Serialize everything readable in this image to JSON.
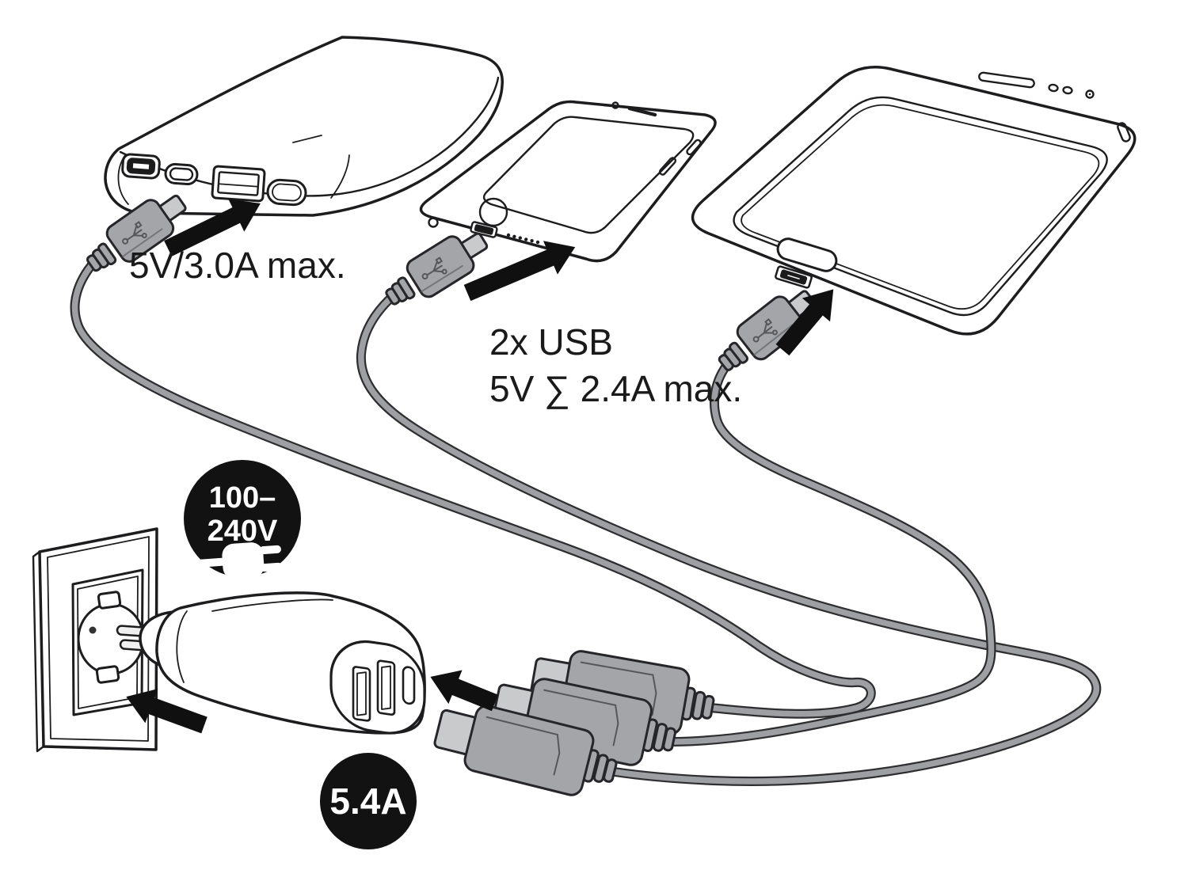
{
  "labels": {
    "powerbank_output": "5V/3.0A max.",
    "usb_shared_line1": "2x USB",
    "usb_shared_line2": "5V ∑ 2.4A max."
  },
  "badges": {
    "voltage": {
      "line1": "100–",
      "line2": "240V",
      "icon": "power-plug-icon"
    },
    "current": {
      "text": "5.4A"
    }
  },
  "colors": {
    "ink": "#1d1d1f",
    "cable_fill": "#9d9fa2",
    "cable_outline": "#2e2e30",
    "connector_body": "#a3a5a8",
    "connector_tip": "#c9cacc",
    "badge_background": "#121212",
    "badge_text": "#ffffff",
    "background": "#ffffff"
  }
}
